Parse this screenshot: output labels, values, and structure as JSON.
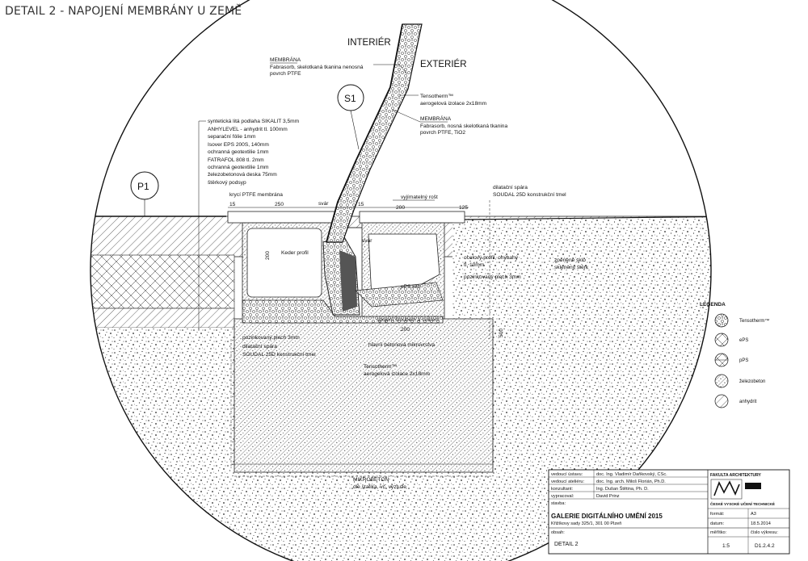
{
  "title": "DETAIL 2 - NAPOJENÍ MEMBRÁNY U ZEMĚ",
  "zones": {
    "interior": "INTERIÉR",
    "exterior": "EXTERIÉR"
  },
  "markers": {
    "s1": "S1",
    "p1": "P1"
  },
  "membrane_top": {
    "heading": "MEMBRÁNA",
    "line1": "Fabrasorb, skelotkaná tkanina nenosná",
    "line2": "povrch PTFE"
  },
  "tensotherm_note": {
    "line1": "Tensotherm™",
    "line2": "aerogelová izolace 2x18mm"
  },
  "membrane_outer": {
    "heading": "MEMBRÁNA",
    "line1": "Fabrasorb, nosná skelotkaná tkanina",
    "line2": "povrch PTFE, TiO2"
  },
  "layers": [
    "syntetická litá podlaha SIKALIT 3,5mm",
    "ANHYLEVEL - anhydrit tl. 100mm",
    "separační fólie 1mm",
    "Isover EPS 200S, 140mm",
    "ochranná geotextilie 1mm",
    "FATRAFOL 808 tl. 2mm",
    "ochranná geotextilie 1mm",
    "železobetonová deska 75mm",
    "štěrkový podsyp"
  ],
  "annotations": {
    "cover": "krycí PTFE membrána",
    "weld": "svár",
    "grate": "vyjímatelný rošt",
    "joint_heading": "dilatační spára",
    "joint": "SOUDAL 25D konstrukční tmel",
    "keder": "Keder profil",
    "weld2": "svár",
    "steel_profile_1": "ocelový profil, ohýbaný",
    "steel_profile_2": "tl. 10mm",
    "galv_sheet": "pozinkovaný plech 3mm",
    "pps_wedge": "pPS klín",
    "foam": "zpěněné sklo",
    "foam2": "skleněný štěrk",
    "bolt": "spojení šroubem a svárem",
    "sheet": "pozinkovaný plech 3mm",
    "joint2_heading": "dilatační spára",
    "joint2": "SOUDAL 25D konstrukční tmel",
    "bitumen": "hlavní betonová mikrovrstva",
    "tensotherm2_1": "Tensotherm™",
    "tensotherm2_2": "aerogelová izolace 2x18mm",
    "concrete": "MIKROBETON",
    "concrete2": "dle statika, vč. výztuže"
  },
  "dimensions": {
    "d250": "250",
    "d200a": "200",
    "d125": "125",
    "d200b": "200",
    "d15a": "15",
    "d15b": "15",
    "d200c": "200",
    "d500": "500"
  },
  "legend": {
    "heading": "LEGENDA",
    "items": [
      {
        "name": "Tensotherm™",
        "icon": "dotted-circle-icon"
      },
      {
        "name": "ePS",
        "icon": "cross-circle-icon"
      },
      {
        "name": "pPS",
        "icon": "double-cross-circle-icon"
      },
      {
        "name": "železobeton",
        "icon": "hatch-dots-circle-icon"
      },
      {
        "name": "anhydrit",
        "icon": "hatch-circle-icon"
      }
    ]
  },
  "title_block": {
    "rows": [
      {
        "label": "vedoucí ústavu:",
        "value": "doc. Ing. Vladimír Daňkovský, CSc."
      },
      {
        "label": "vedoucí ateliéru:",
        "value": "doc. Ing. arch. Miloš Florián, Ph.D."
      },
      {
        "label": "konzultant:",
        "value": "Ing. Dušan Štětina, Ph. D."
      },
      {
        "label": "vypracoval:",
        "value": "David Prinz"
      },
      {
        "label": "stavba:",
        "value": ""
      }
    ],
    "project": "GALERIE DIGITÁLNÍHO UMĚNÍ 2015",
    "address": "Křižíkovy sady 325/1, 301 00 Plzeň",
    "content_label": "obsah:",
    "content": "DETAIL 2",
    "school_line1": "FAKULTA ARCHITEKTURY",
    "school_line2": "ČESKÉ VYSOKÉ UČENÍ TECHNICKÉ",
    "format_label": "formát:",
    "format": "A3",
    "date_label": "datum:",
    "date": "18.5.2014",
    "scale_label": "měřítko:",
    "scale": "1:5",
    "number_label": "číslo výkresu:",
    "number": "D1.2.4.2"
  }
}
